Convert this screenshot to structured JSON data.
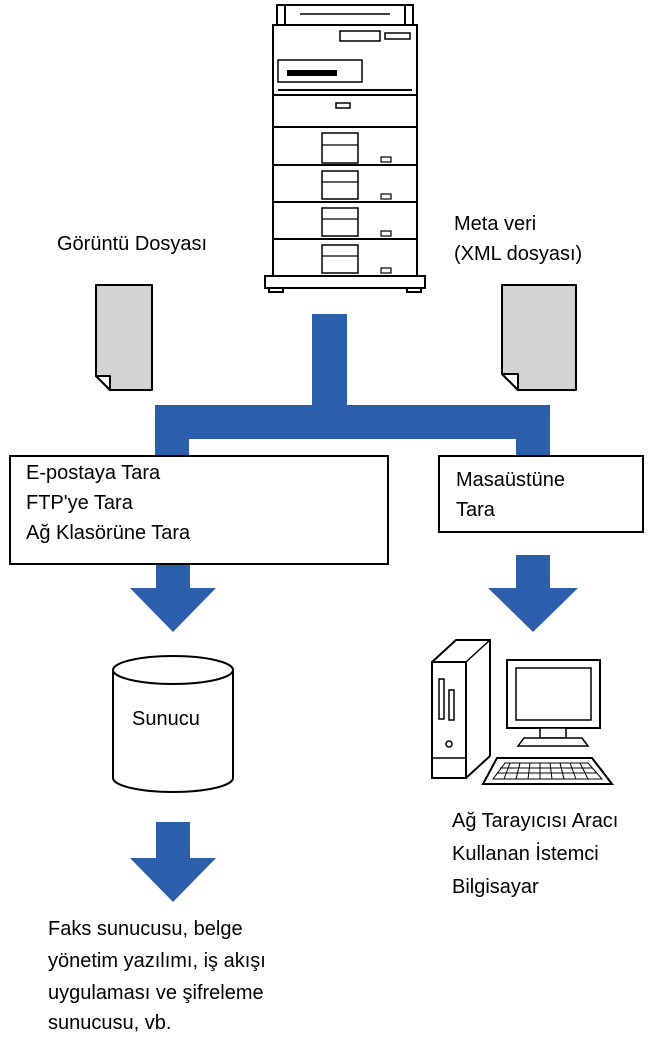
{
  "image_file_label": "Görüntü Dosyası",
  "metadata_label": [
    "Meta veri",
    "(XML dosyası)"
  ],
  "left_box_lines": [
    "E-postaya Tara",
    "FTP'ye Tara",
    "Ağ Klasörüne Tara"
  ],
  "right_box_lines": [
    "Masaüstüne",
    "Tara"
  ],
  "server_label": "Sunucu",
  "client_label": [
    "Ağ Tarayıcısı Aracı",
    "Kullanan İstemci",
    "Bilgisayar"
  ],
  "destination_label": [
    "Faks sunucusu, belge",
    "yönetim yazılımı, iş akışı",
    "uygulaması ve şifreleme",
    "sunucusu, vb."
  ],
  "colors": {
    "arrow_blue": "#2c5fab",
    "doc_gray": "#d3d3d3",
    "outline": "#000000"
  }
}
